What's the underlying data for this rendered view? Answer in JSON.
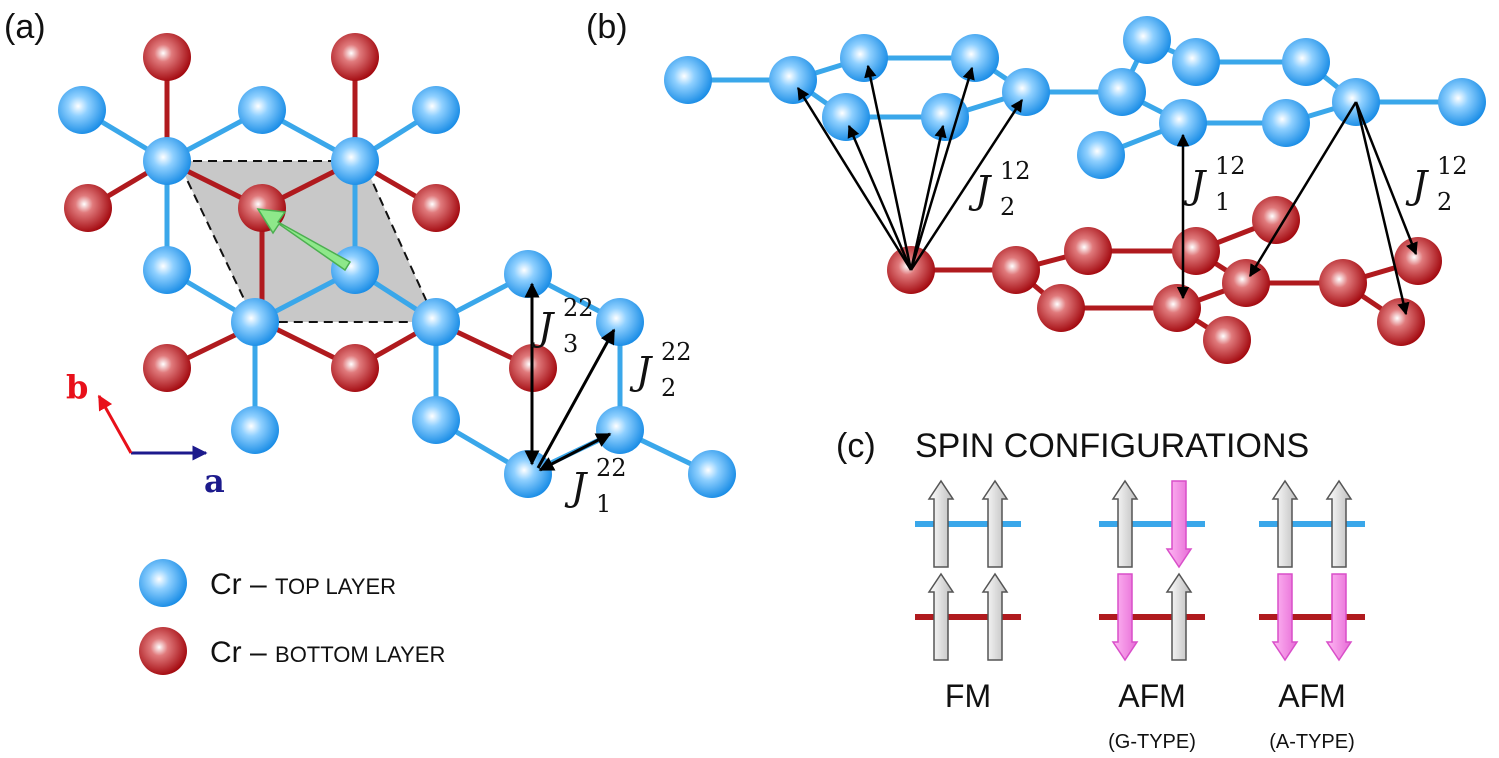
{
  "panels": {
    "a": "(a)",
    "b": "(b)",
    "c": "(c)"
  },
  "colors": {
    "top_layer": "#2f9be8",
    "bottom_layer": "#b3141b",
    "top_bond": "#3aa7ea",
    "bottom_bond": "#b01a1e",
    "unit_cell_fill": "#c4c4c4",
    "green_arrow": "#8ee88a",
    "axis_a": "#1c1a8c",
    "axis_b": "#e8101a",
    "spin_up": "#e6e6e6",
    "spin_down": "#f28ae6"
  },
  "axes": {
    "a": "a",
    "b": "b"
  },
  "exchange": {
    "a_j1": {
      "sym": "J",
      "sup": "22",
      "sub": "1"
    },
    "a_j2": {
      "sym": "J",
      "sup": "22",
      "sub": "2"
    },
    "a_j3": {
      "sym": "J",
      "sup": "22",
      "sub": "3"
    },
    "b_j1": {
      "sym": "J",
      "sup": "12",
      "sub": "1"
    },
    "b_j2_left": {
      "sym": "J",
      "sup": "12",
      "sub": "2"
    },
    "b_j2_right": {
      "sym": "J",
      "sup": "12",
      "sub": "2"
    }
  },
  "legend": {
    "top": {
      "element": "Cr",
      "dash": " – ",
      "layer": "TOP LAYER"
    },
    "bottom": {
      "element": "Cr",
      "dash": " – ",
      "layer": "BOTTOM LAYER"
    }
  },
  "spin_configurations": {
    "title": "SPIN CONFIGURATIONS",
    "configs": [
      {
        "label": "FM",
        "sub": "",
        "top": [
          "up",
          "up"
        ],
        "bottom": [
          "up",
          "up"
        ]
      },
      {
        "label": "AFM",
        "sub": "(G-TYPE)",
        "top": [
          "up",
          "down"
        ],
        "bottom": [
          "down",
          "up"
        ]
      },
      {
        "label": "AFM",
        "sub": "(A-TYPE)",
        "top": [
          "up",
          "up"
        ],
        "bottom": [
          "down",
          "down"
        ]
      }
    ]
  }
}
